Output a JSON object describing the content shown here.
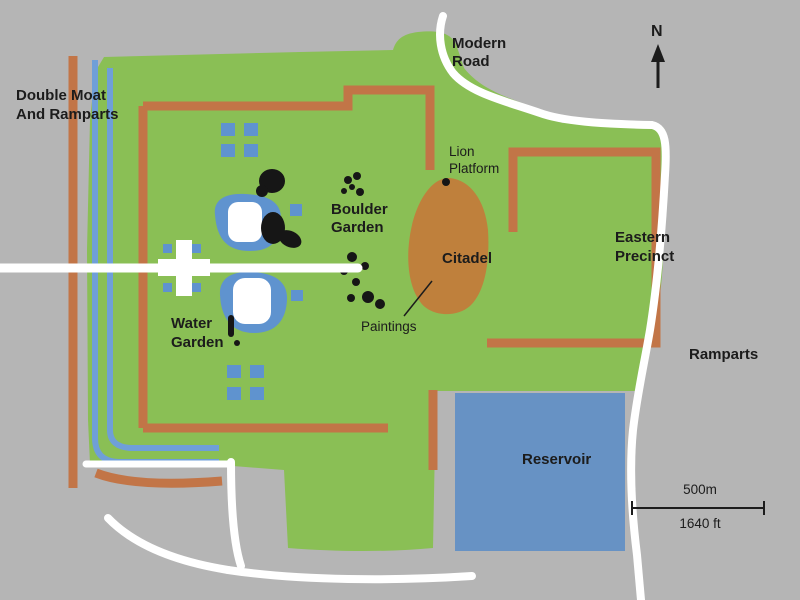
{
  "map": {
    "labels": {
      "double_moat": [
        "Double Moat",
        "And Ramparts"
      ],
      "modern_road": [
        "Modern",
        "Road"
      ],
      "lion_platform": [
        "Lion",
        "Platform"
      ],
      "boulder_garden": [
        "Boulder",
        "Garden"
      ],
      "citadel": "Citadel",
      "eastern_precinct": [
        "Eastern",
        "Precinct"
      ],
      "water_garden": [
        "Water",
        "Garden"
      ],
      "paintings": "Paintings",
      "ramparts": "Ramparts",
      "reservoir": "Reservoir"
    },
    "compass": {
      "north": "N"
    },
    "scale_bar": {
      "metric": "500m",
      "imperial": "1640 ft"
    }
  },
  "colors": {
    "background": "#b5b5b5",
    "land": "#8abf55",
    "rampart": "#c27547",
    "citadel": "#bf803c",
    "moat": "#6f9fd8",
    "pond": "#5f93cf",
    "reservoir": "#6792c4",
    "road": "#ffffff",
    "boulder": "#161616",
    "text": "#1c1c1c"
  }
}
